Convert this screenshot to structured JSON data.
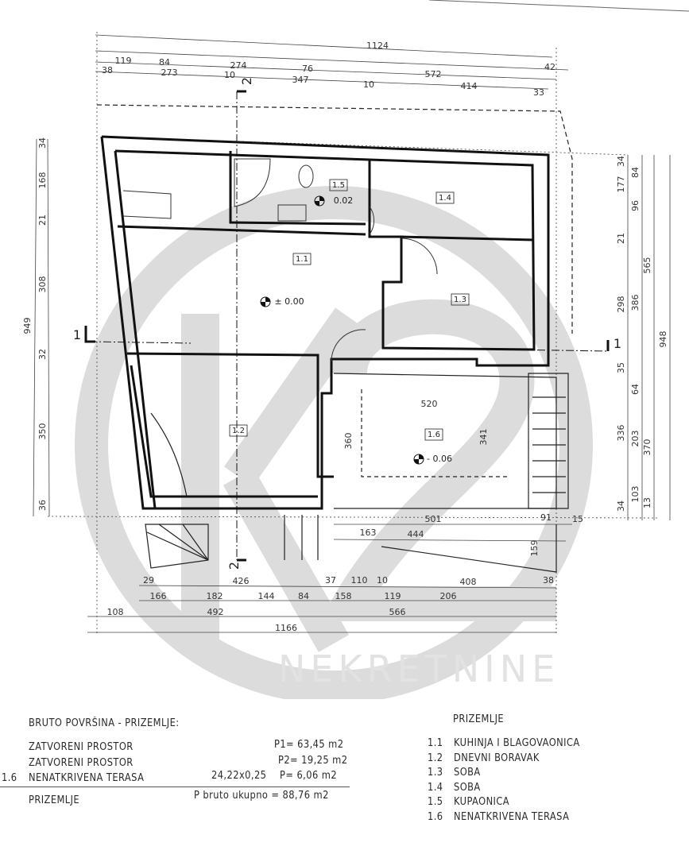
{
  "watermark": {
    "logo": "K2",
    "name": "NEKRETNINE",
    "color": "#d9d9d9"
  },
  "dimensions": {
    "top": [
      [
        "1124"
      ],
      [
        "119",
        "84",
        "274",
        "76",
        "572",
        "42"
      ],
      [
        "38",
        "273",
        "10",
        "347",
        "10",
        "414",
        "33"
      ]
    ],
    "left": [
      [
        "949"
      ],
      [
        "34",
        "168",
        "21",
        "308",
        "32",
        "350",
        "36"
      ]
    ],
    "right": [
      [
        "34",
        "177",
        "21",
        "298",
        "35",
        "336",
        "34"
      ],
      [
        "84",
        "96",
        "386",
        "64",
        "203",
        "103"
      ],
      [
        "565",
        "370",
        "13"
      ],
      [
        "948"
      ]
    ],
    "bottom": [
      [
        "29",
        "426",
        "37",
        "110",
        "10",
        "408",
        "38"
      ],
      [
        "166",
        "182",
        "144",
        "84",
        "158",
        "119",
        "206"
      ],
      [
        "108",
        "492",
        "566"
      ],
      [
        "1166"
      ]
    ],
    "interior": [
      "501",
      "91",
      "15",
      "163",
      "444",
      "159",
      "520",
      "360",
      "341"
    ]
  },
  "rooms": [
    "1.1",
    "1.2",
    "1.3",
    "1.4",
    "1.5",
    "1.6"
  ],
  "levels": [
    "± 0.00",
    "0.02",
    "- 0.06"
  ],
  "sections": [
    "1",
    "1",
    "2",
    "2"
  ],
  "area_table": {
    "title": "BRUTO POVRŠINA - PRIZEMLJE:",
    "rows": [
      {
        "num": "",
        "label": "ZATVORENI PROSTOR",
        "calc": "",
        "value": "P1= 63,45  m2"
      },
      {
        "num": "",
        "label": "ZATVORENI PROSTOR",
        "calc": "",
        "value": "P2= 19,25  m2"
      },
      {
        "num": "1.6",
        "label": "NENATKRIVENA TERASA",
        "calc": "24,22x0,25",
        "value": "P=   6,06  m2"
      }
    ],
    "total_label": "PRIZEMLJE",
    "total_value": "P bruto ukupno =  88,76  m2"
  },
  "legend": {
    "title": "PRIZEMLJE",
    "items": [
      {
        "num": "1.1",
        "name": "KUHINJA I BLAGOVAONICA"
      },
      {
        "num": "1.2",
        "name": "DNEVNI BORAVAK"
      },
      {
        "num": "1.3",
        "name": "SOBA"
      },
      {
        "num": "1.4",
        "name": "SOBA"
      },
      {
        "num": "1.5",
        "name": "KUPAONICA"
      },
      {
        "num": "1.6",
        "name": "NENATKRIVENA TERASA"
      }
    ]
  }
}
